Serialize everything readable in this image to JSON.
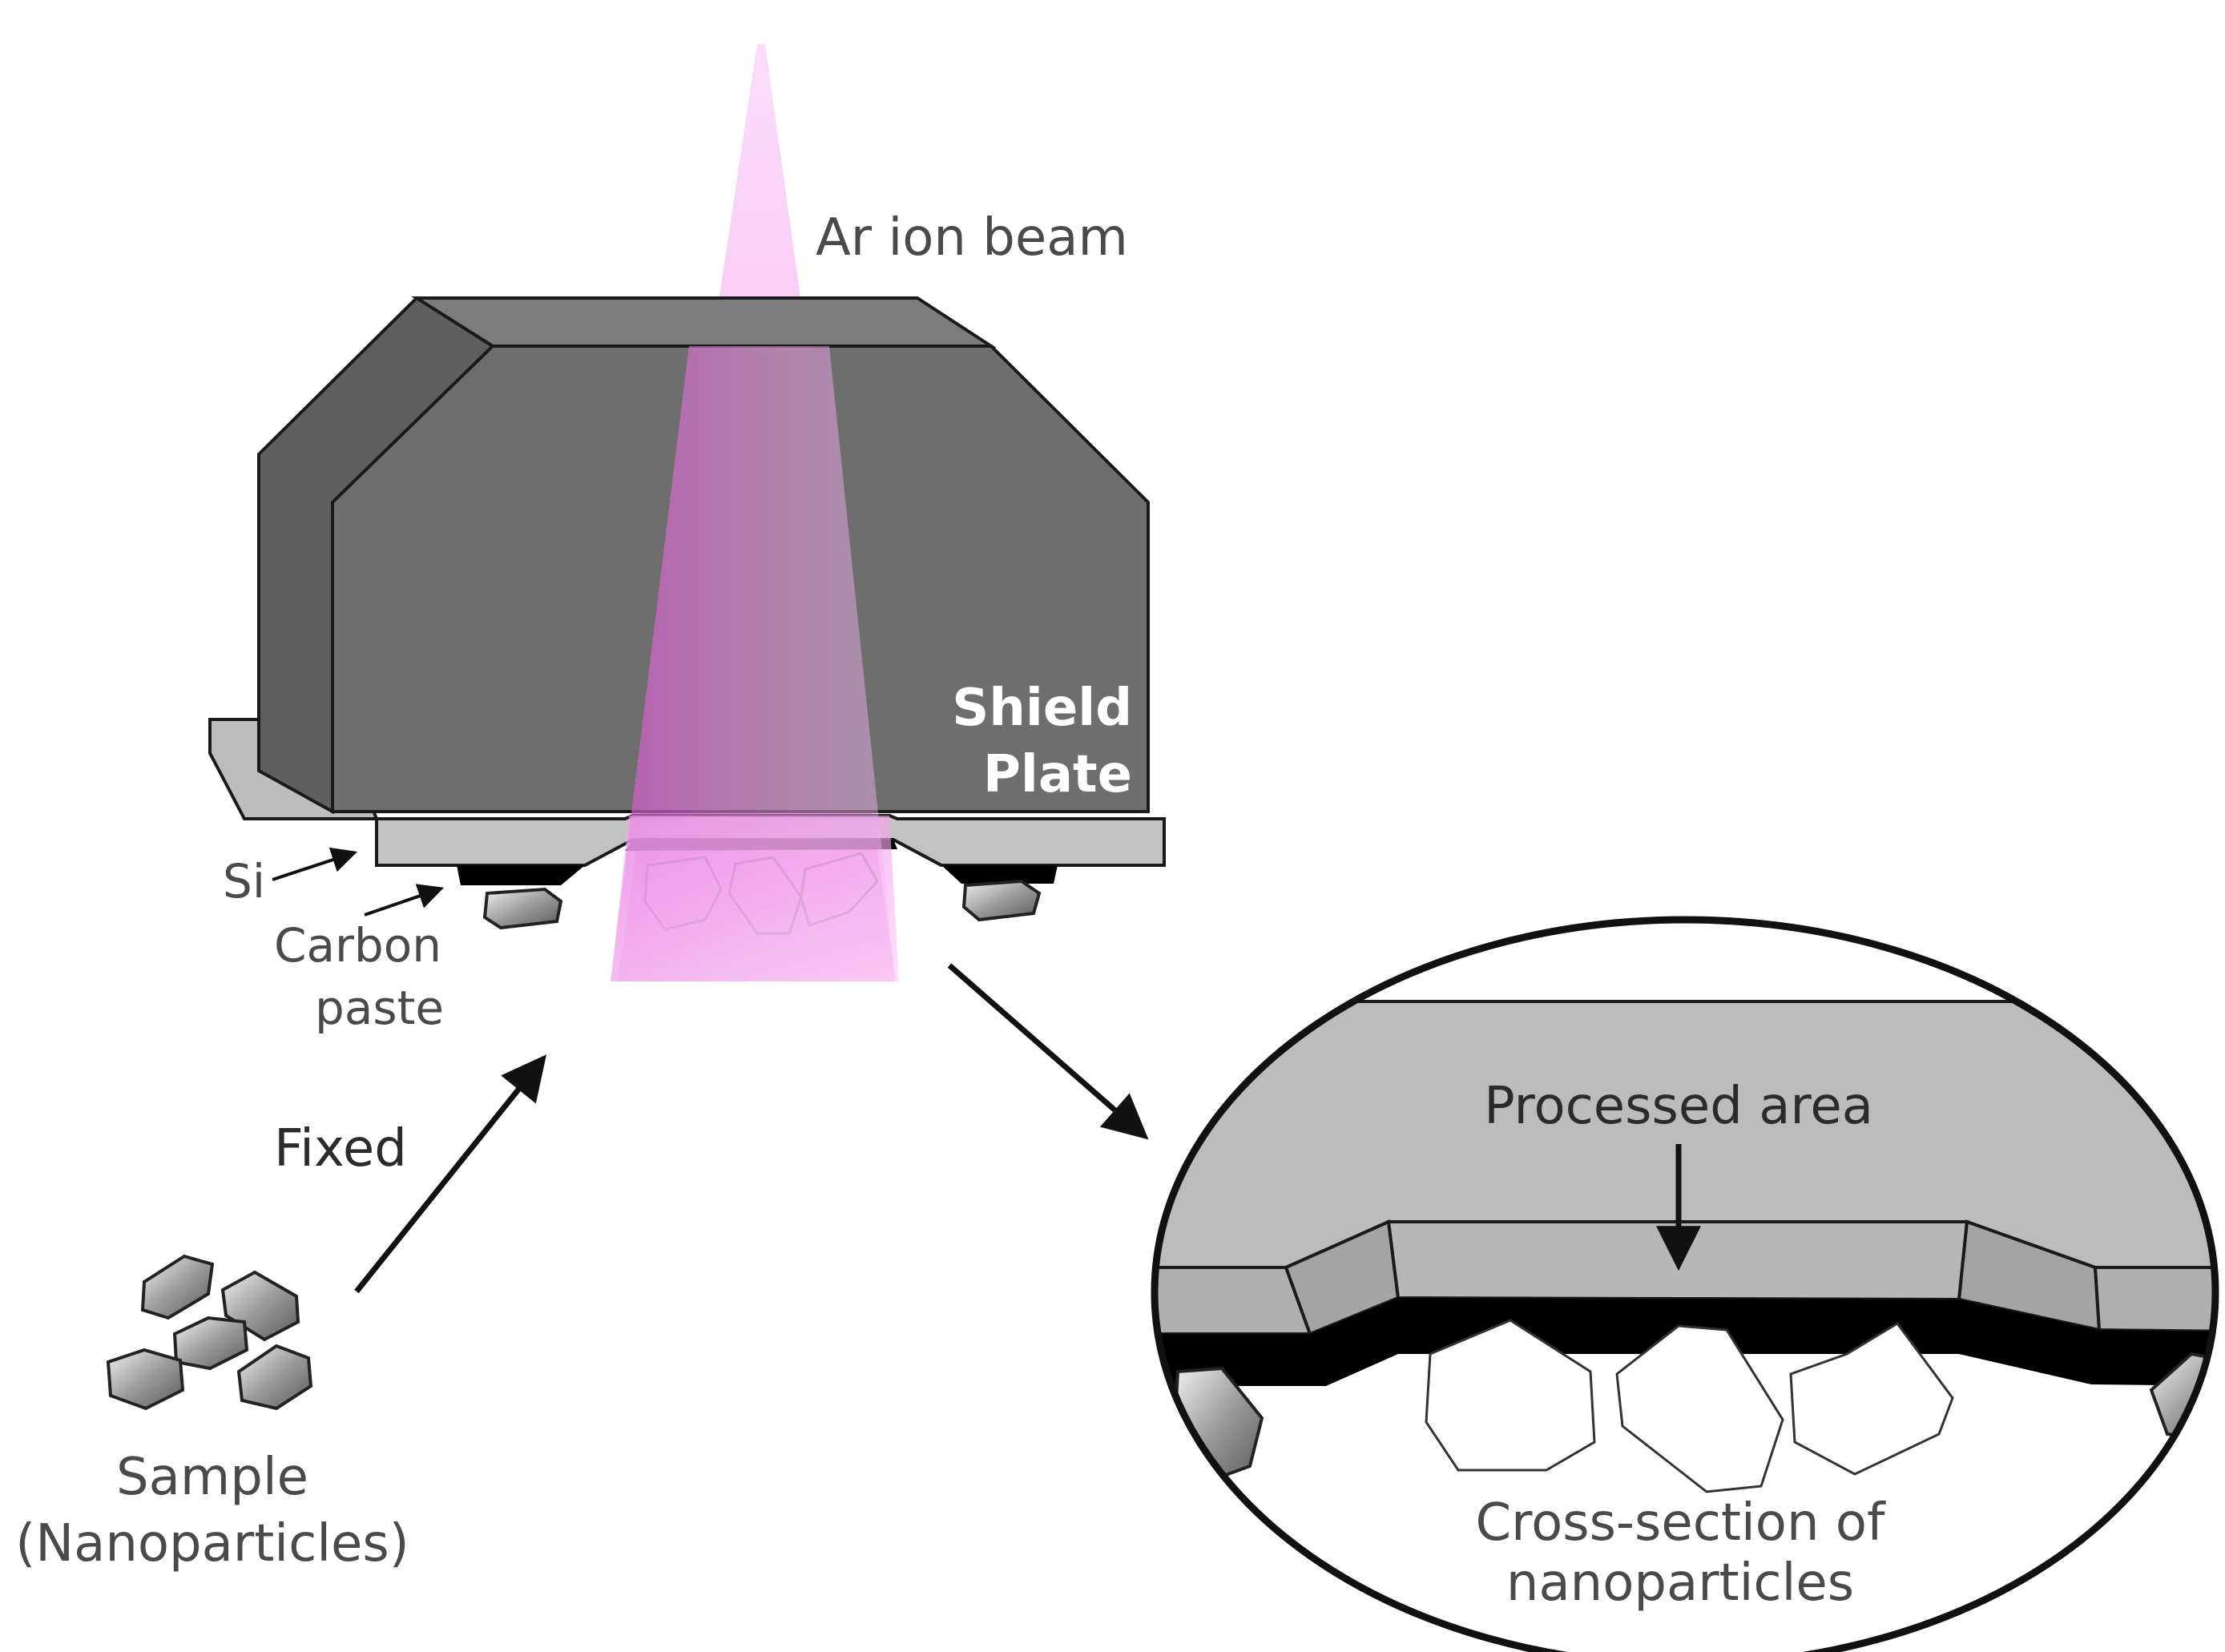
{
  "labels": {
    "beam": "Ar ion beam",
    "shield_line1": "Shield",
    "shield_line2": "Plate",
    "si": "Si",
    "carbon_line1": "Carbon",
    "carbon_line2": "paste",
    "fixed": "Fixed",
    "sample_line1": "Sample",
    "sample_line2": "(Nanoparticles)",
    "processed": "Processed area",
    "cross_line1": "Cross-section of",
    "cross_line2": "nanoparticles"
  },
  "colors": {
    "shield_front": "#707070",
    "shield_top": "#8a8a8a",
    "shield_side": "#5e5e5e",
    "si_plate": "#b9b9b9",
    "carbon": "#000000",
    "beam": "#f07ae8",
    "outline": "#1a1a1a"
  }
}
